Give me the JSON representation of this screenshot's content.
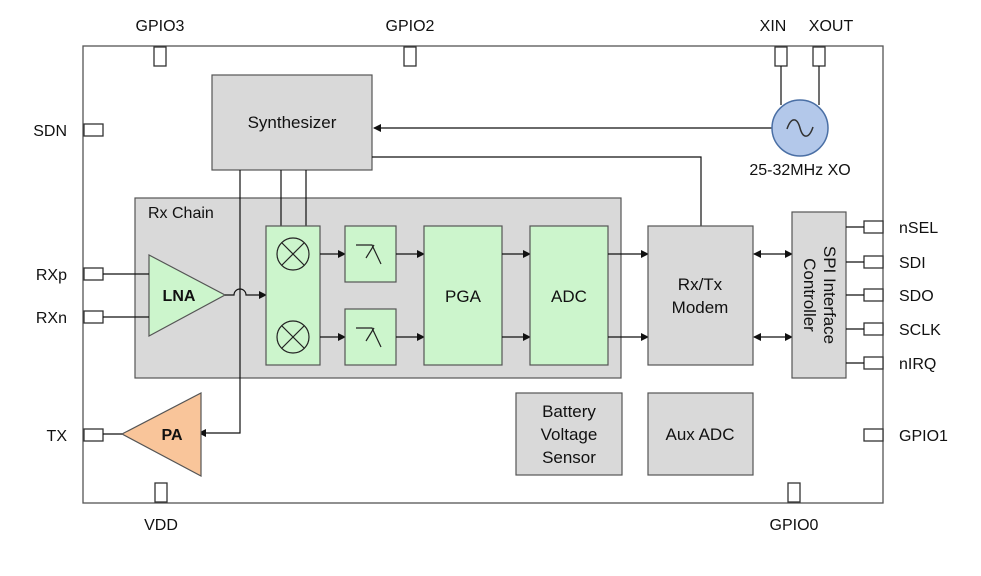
{
  "pins": {
    "gpio3": "GPIO3",
    "gpio2": "GPIO2",
    "xin": "XIN",
    "xout": "XOUT",
    "sdn": "SDN",
    "rxp": "RXp",
    "rxn": "RXn",
    "tx": "TX",
    "vdd": "VDD",
    "gpio0": "GPIO0",
    "nsel": "nSEL",
    "sdi": "SDI",
    "sdo": "SDO",
    "sclk": "SCLK",
    "nirq": "nIRQ",
    "gpio1": "GPIO1"
  },
  "blocks": {
    "synthesizer": "Synthesizer",
    "rx_chain": "Rx Chain",
    "lna": "LNA",
    "pa": "PA",
    "pga": "PGA",
    "adc": "ADC",
    "modem_line1": "Rx/Tx",
    "modem_line2": "Modem",
    "spi_line1": "SPI Interface",
    "spi_line2": "Controller",
    "battery_line1": "Battery",
    "battery_line2": "Voltage",
    "battery_line3": "Sensor",
    "aux_adc": "Aux ADC",
    "oscillator": "25-32MHz XO"
  },
  "colors": {
    "block_gray": "#d9d9d9",
    "block_green": "#ccf5cc",
    "pa_orange": "#f9c59a",
    "oscillator_blue": "#b3c8ea",
    "outline": "#555555"
  }
}
